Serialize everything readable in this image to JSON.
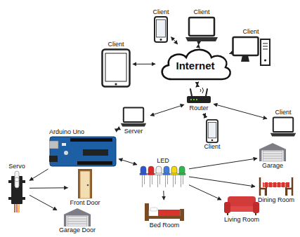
{
  "diagram": {
    "nodes": [
      {
        "text": [
          "Client"
        ]
      },
      {
        "text": [
          "Client"
        ]
      },
      {
        "text": [
          "Client"
        ]
      },
      {
        "text": [
          "Client"
        ]
      },
      {
        "text": [
          "Internet"
        ]
      },
      {
        "text": [
          "Router"
        ]
      },
      {
        "text": [
          "Server"
        ]
      },
      {
        "text": [
          "Client"
        ]
      },
      {
        "text": [
          "Client"
        ]
      },
      {
        "text": [
          "Arduino Uno"
        ]
      },
      {
        "text": [
          "Servo"
        ]
      },
      {
        "text": [
          "LED"
        ]
      },
      {
        "text": [
          "Garage"
        ]
      },
      {
        "text": [
          "Front Door"
        ]
      },
      {
        "text": [
          "Dining Room"
        ]
      },
      {
        "text": [
          "Living Room"
        ]
      },
      {
        "text": [
          "Bed Room"
        ]
      },
      {
        "text": [
          "Garage Door"
        ]
      }
    ],
    "edges": [
      {
        "from": 4,
        "to": 0,
        "arrow": "both"
      },
      {
        "from": 4,
        "to": 1,
        "arrow": "both"
      },
      {
        "from": 4,
        "to": 2,
        "arrow": "both"
      },
      {
        "from": 4,
        "to": 3,
        "arrow": "both"
      },
      {
        "from": 4,
        "to": 5,
        "arrow": "both"
      },
      {
        "from": 5,
        "to": 7,
        "arrow": "both"
      },
      {
        "from": 5,
        "to": 8,
        "arrow": "both"
      },
      {
        "from": 5,
        "to": 6,
        "arrow": "both"
      },
      {
        "from": 6,
        "to": 9,
        "arrow": "both"
      },
      {
        "from": 9,
        "to": 10,
        "arrow": "to"
      },
      {
        "from": 9,
        "to": 11,
        "arrow": "both"
      },
      {
        "from": 10,
        "to": 13,
        "arrow": "to"
      },
      {
        "from": 10,
        "to": 17,
        "arrow": "to"
      },
      {
        "from": 11,
        "to": 12,
        "arrow": "to"
      },
      {
        "from": 11,
        "to": 14,
        "arrow": "to"
      },
      {
        "from": 11,
        "to": 15,
        "arrow": "to"
      },
      {
        "from": 11,
        "to": 16,
        "arrow": "to"
      }
    ]
  }
}
